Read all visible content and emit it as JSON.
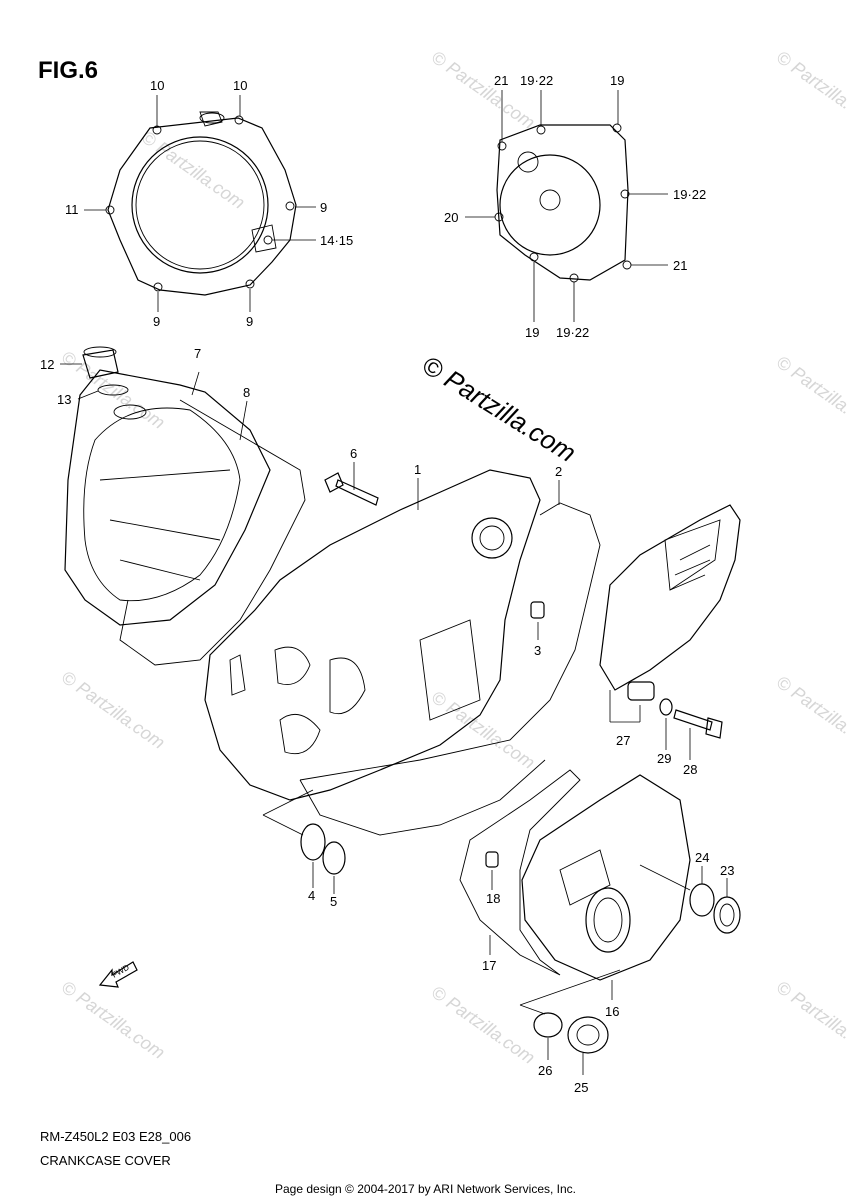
{
  "figure": {
    "title": "FIG.6",
    "code": "RM-Z450L2 E03 E28_006",
    "name": "CRANKCASE COVER",
    "fwd_label": "FWD"
  },
  "watermark": {
    "main": "© Partzilla.com",
    "repeat": "© Partzilla.com"
  },
  "credit": "Page design © 2004-2017 by ARI Network Services, Inc.",
  "callouts": {
    "c10a": "10",
    "c10b": "10",
    "c9a": "9",
    "c11": "11",
    "c1415": "14·15",
    "c9b": "9",
    "c9c": "9",
    "c21a": "21",
    "c1922a": "19·22",
    "c19a": "19",
    "c1922b": "19·22",
    "c20": "20",
    "c21b": "21",
    "c19b": "19",
    "c1922c": "19·22",
    "c12": "12",
    "c13": "13",
    "c7": "7",
    "c8": "8",
    "c6": "6",
    "c1": "1",
    "c2": "2",
    "c3": "3",
    "c27": "27",
    "c29": "29",
    "c28": "28",
    "c4": "4",
    "c5": "5",
    "c24": "24",
    "c23": "23",
    "c18": "18",
    "c17": "17",
    "c16": "16",
    "c26": "26",
    "c25": "25"
  }
}
